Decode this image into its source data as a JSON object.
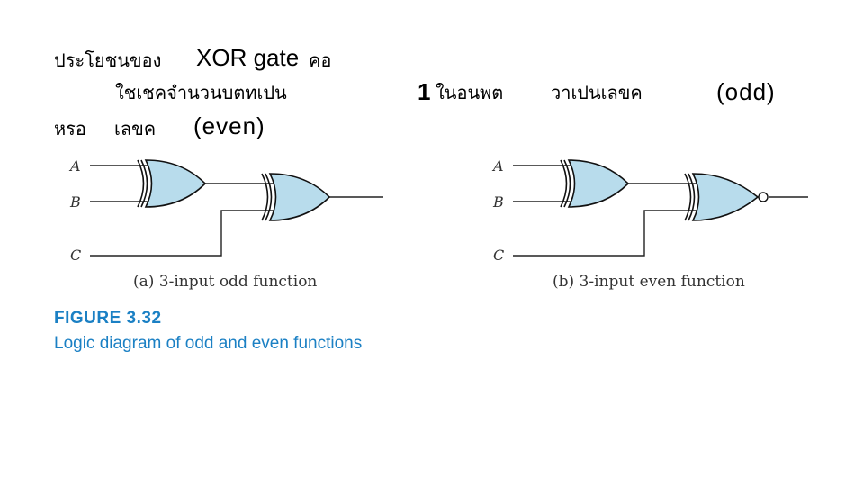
{
  "slide": {
    "line1": {
      "thai_a": "ประโยชนของ",
      "english": "XOR gate",
      "thai_b": "คอ"
    },
    "line2": {
      "thai_a": "ใชเชคจำนวนบตทเปน",
      "number": "1",
      "thai_b": "ในอนพต",
      "thai_c": "วาเปนเลขค",
      "odd": "(odd)"
    },
    "line3": {
      "thai_a": "หรอ",
      "thai_b": "เลขค",
      "even": "(even)"
    }
  },
  "figure": {
    "label": "FIGURE 3.32",
    "title": "Logic diagram of odd and even functions",
    "diagram_a": {
      "inputs": [
        "A",
        "B",
        "C"
      ],
      "caption": "(a) 3-input odd function"
    },
    "diagram_b": {
      "inputs": [
        "A",
        "B",
        "C"
      ],
      "caption": "(b) 3-input even function"
    },
    "colors": {
      "gate_fill": "#b8dcec",
      "figure_text": "#1b80c4"
    }
  }
}
